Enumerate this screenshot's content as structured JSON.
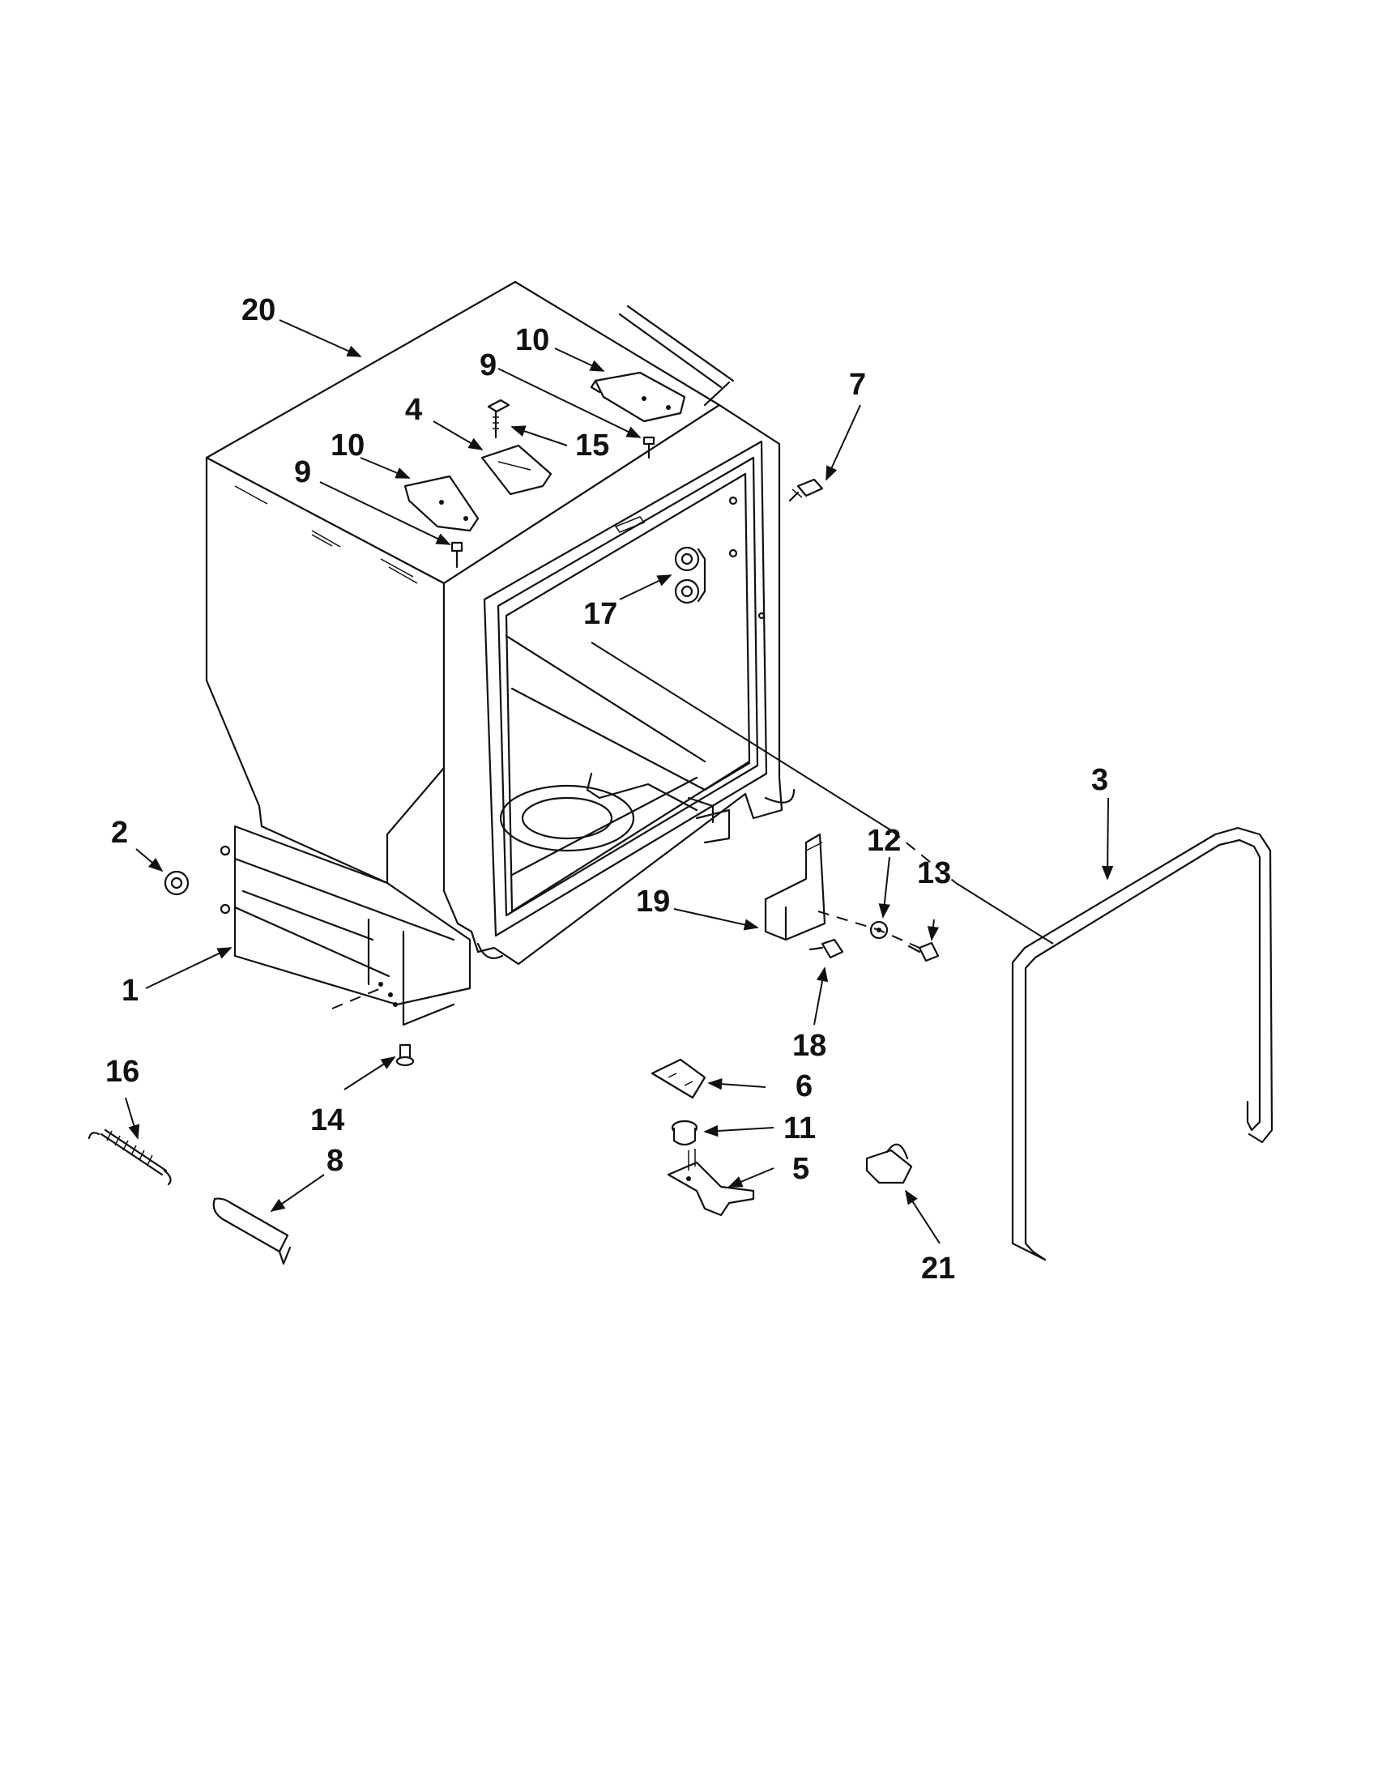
{
  "diagram": {
    "colors": {
      "ink": "#111111",
      "paper": "#ffffff"
    },
    "callouts": [
      {
        "id": "c20",
        "text": "20"
      },
      {
        "id": "c10a",
        "text": "10"
      },
      {
        "id": "c9a",
        "text": "9"
      },
      {
        "id": "c7",
        "text": "7"
      },
      {
        "id": "c4",
        "text": "4"
      },
      {
        "id": "c15",
        "text": "15"
      },
      {
        "id": "c10b",
        "text": "10"
      },
      {
        "id": "c9b",
        "text": "9"
      },
      {
        "id": "c17",
        "text": "17"
      },
      {
        "id": "c3",
        "text": "3"
      },
      {
        "id": "c2",
        "text": "2"
      },
      {
        "id": "c12",
        "text": "12"
      },
      {
        "id": "c13",
        "text": "13"
      },
      {
        "id": "c19",
        "text": "19"
      },
      {
        "id": "c1",
        "text": "1"
      },
      {
        "id": "c18",
        "text": "18"
      },
      {
        "id": "c16",
        "text": "16"
      },
      {
        "id": "c6",
        "text": "6"
      },
      {
        "id": "c14",
        "text": "14"
      },
      {
        "id": "c11",
        "text": "11"
      },
      {
        "id": "c8",
        "text": "8"
      },
      {
        "id": "c5",
        "text": "5"
      },
      {
        "id": "c21",
        "text": "21"
      }
    ]
  }
}
